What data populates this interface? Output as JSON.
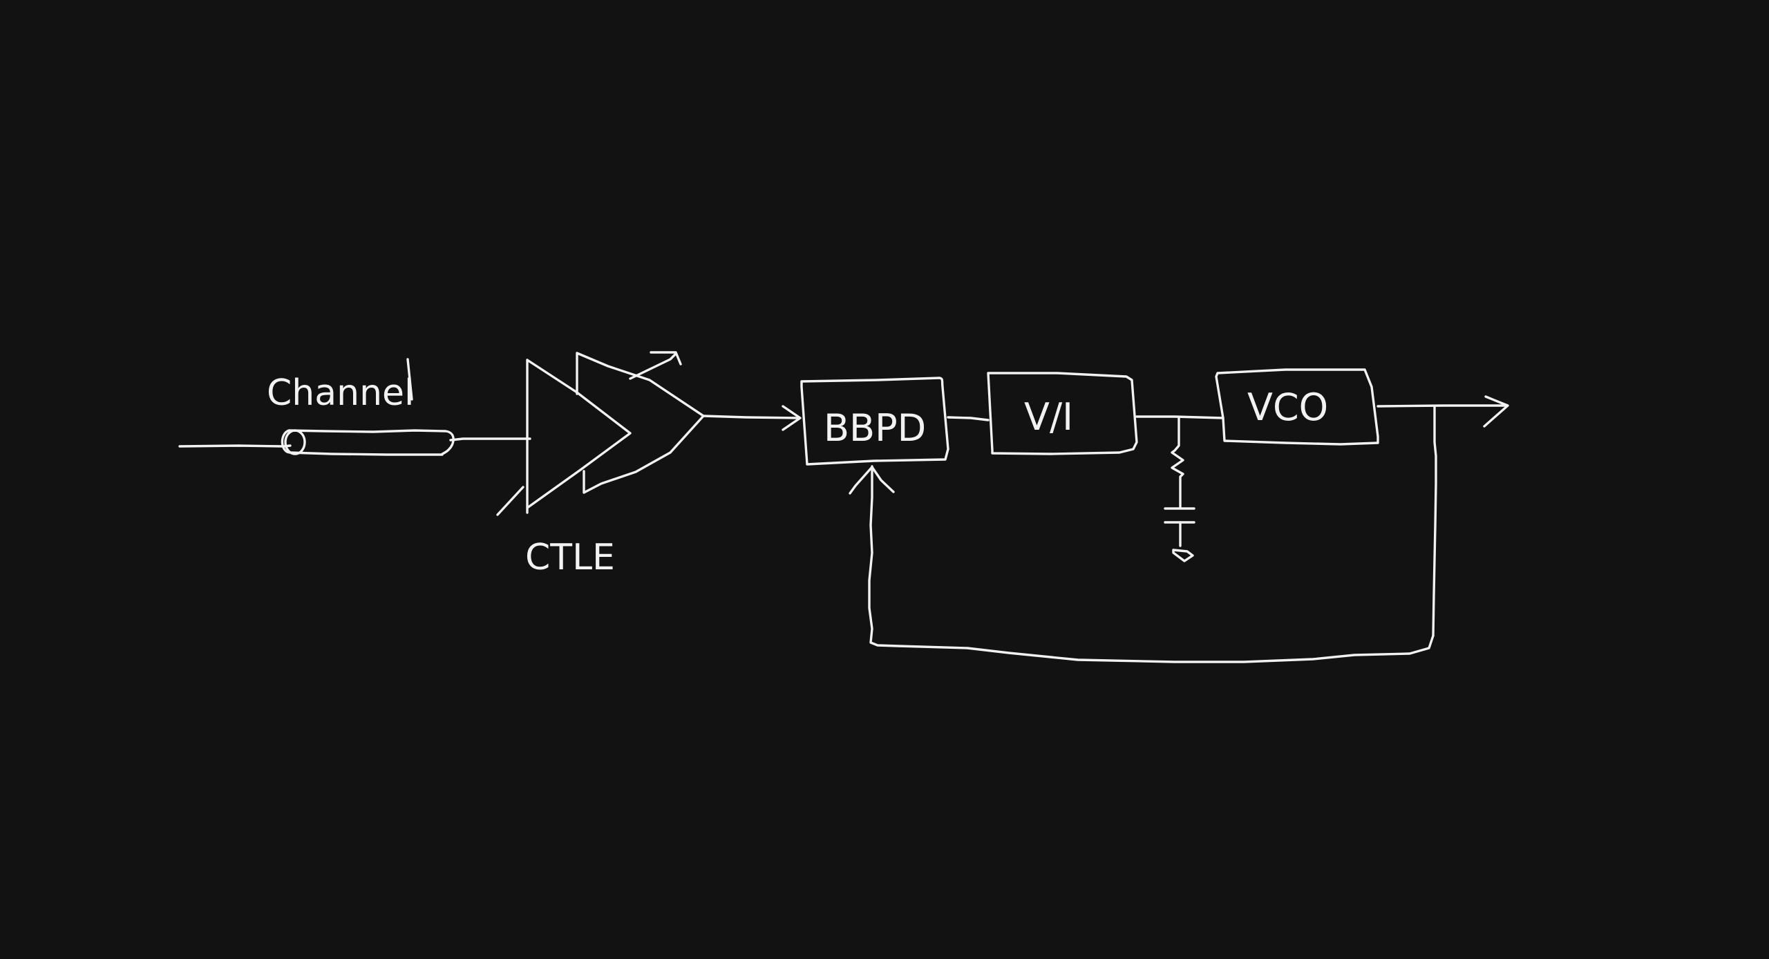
{
  "colors": {
    "background": "#121212",
    "ink": "#f2f2f2"
  },
  "labels": {
    "channel": "Channel",
    "ctle": "CTLE"
  },
  "blocks": {
    "bbpd": "BBPD",
    "vi": "V/I",
    "vco": "VCO"
  }
}
